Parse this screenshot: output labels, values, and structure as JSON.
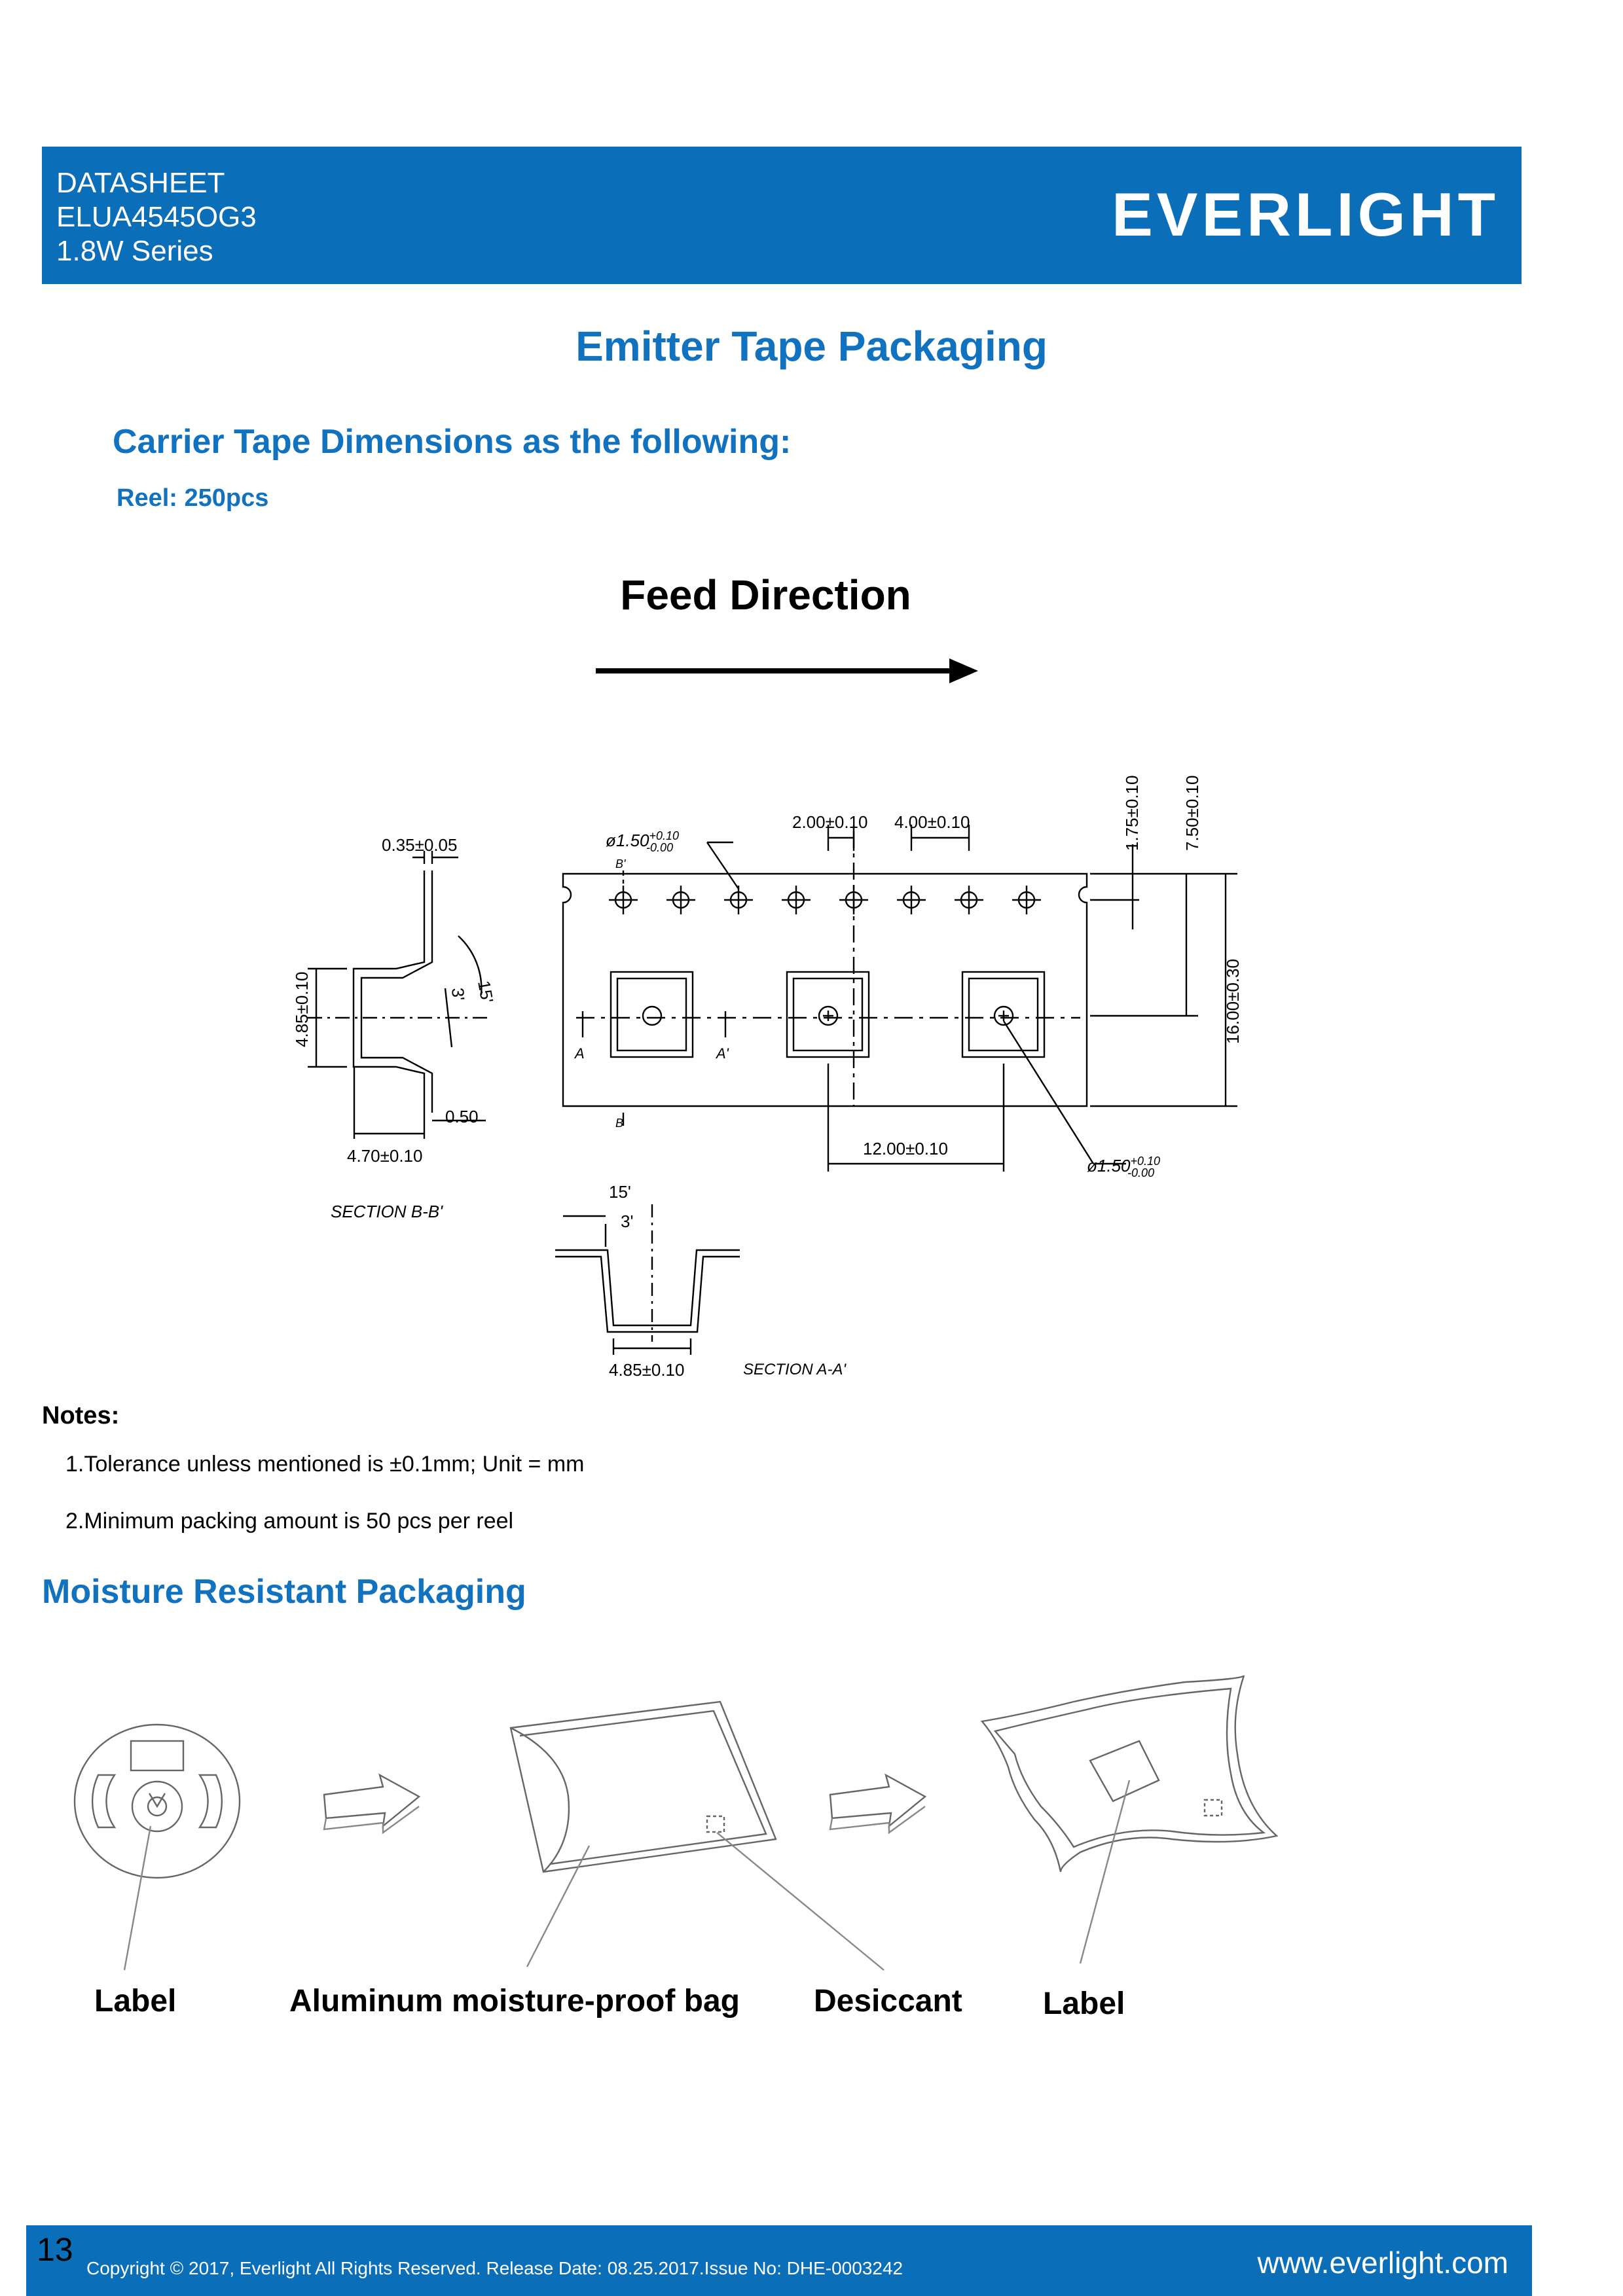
{
  "header": {
    "line1": "DATASHEET",
    "line2": "ELUA4545OG3",
    "line3": "1.8W Series",
    "brand": "EVERLIGHT"
  },
  "main_title": "Emitter Tape Packaging",
  "carrier_heading": "Carrier Tape Dimensions as the following:",
  "reel_text": "Reel: 250pcs",
  "feed_direction": "Feed Direction",
  "drawing": {
    "dim_thickness": "0.35±0.05",
    "dim_hole_dia": "ø1.50",
    "tol_plus": "+0.10",
    "tol_minus": "-0.00",
    "dim_pitch_2": "2.00±0.10",
    "dim_pitch_4": "4.00±0.10",
    "dim_edge": "1.75±0.10",
    "dim_center": "7.50±0.10",
    "dim_width": "16.00±0.30",
    "dim_depth": "4.85±0.10",
    "dim_pocket": "4.70±0.10",
    "dim_flange": "0.50",
    "dim_pocket_pitch": "12.00±0.10",
    "dim_bottom": "4.85±0.10",
    "angle_15": "15'",
    "angle_3": "3'",
    "mark_a": "A",
    "mark_a2": "A'",
    "mark_b": "B",
    "mark_b2": "B'",
    "section_bb": "SECTION B-B'",
    "section_aa": "SECTION A-A'"
  },
  "notes": {
    "title": "Notes:",
    "items": [
      "1.Tolerance unless mentioned is ±0.1mm; Unit = mm",
      "2.Minimum packing amount is 50 pcs per reel"
    ]
  },
  "moisture_heading": "Moisture Resistant Packaging",
  "captions": {
    "label1": "Label",
    "bag": "Aluminum moisture-proof bag",
    "desiccant": "Desiccant",
    "label2": "Label"
  },
  "footer": {
    "page": "13",
    "copyright": "Copyright © 2017, Everlight All Rights Reserved. Release Date: 08.25.2017.Issue No: DHE-0003242",
    "website": "www.everlight.com"
  }
}
